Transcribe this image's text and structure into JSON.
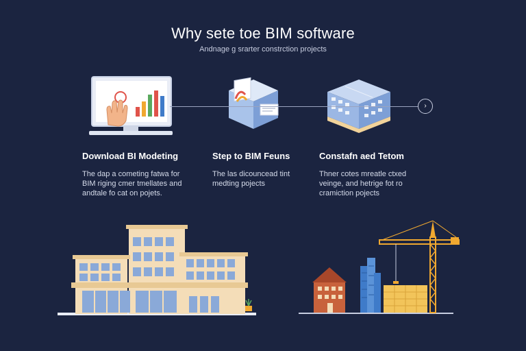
{
  "header": {
    "title": "Why sete toe BIM software",
    "subtitle": "Andnage g srarter constrction projects"
  },
  "flow": {
    "end_icon": "chevron-right-icon",
    "end_glyph": "›"
  },
  "steps": [
    {
      "title": "Download BI Modeting",
      "desc": [
        "The dap a cometing fatwa for",
        "BIM riging cmer tmellates and",
        "andtale fo cat on pojets."
      ]
    },
    {
      "title": "Step to BIM Feuns",
      "desc": [
        "The las dicouncead tint",
        "medting pojects"
      ]
    },
    {
      "title": "Constafn aed Tetom",
      "desc": [
        "Thner cotes mreatle ctxed",
        "veinge, and hetrige fot ro",
        "cramiction pojects"
      ]
    }
  ],
  "colors": {
    "background": "#1b2440",
    "building_wall": "#f4ddb8",
    "window": "#8aa9d8",
    "crane": "#f0a830",
    "house": "#c8623c",
    "tower": "#3f7bc9",
    "container": "#f2c45a",
    "cube": "#a9c3ea"
  }
}
